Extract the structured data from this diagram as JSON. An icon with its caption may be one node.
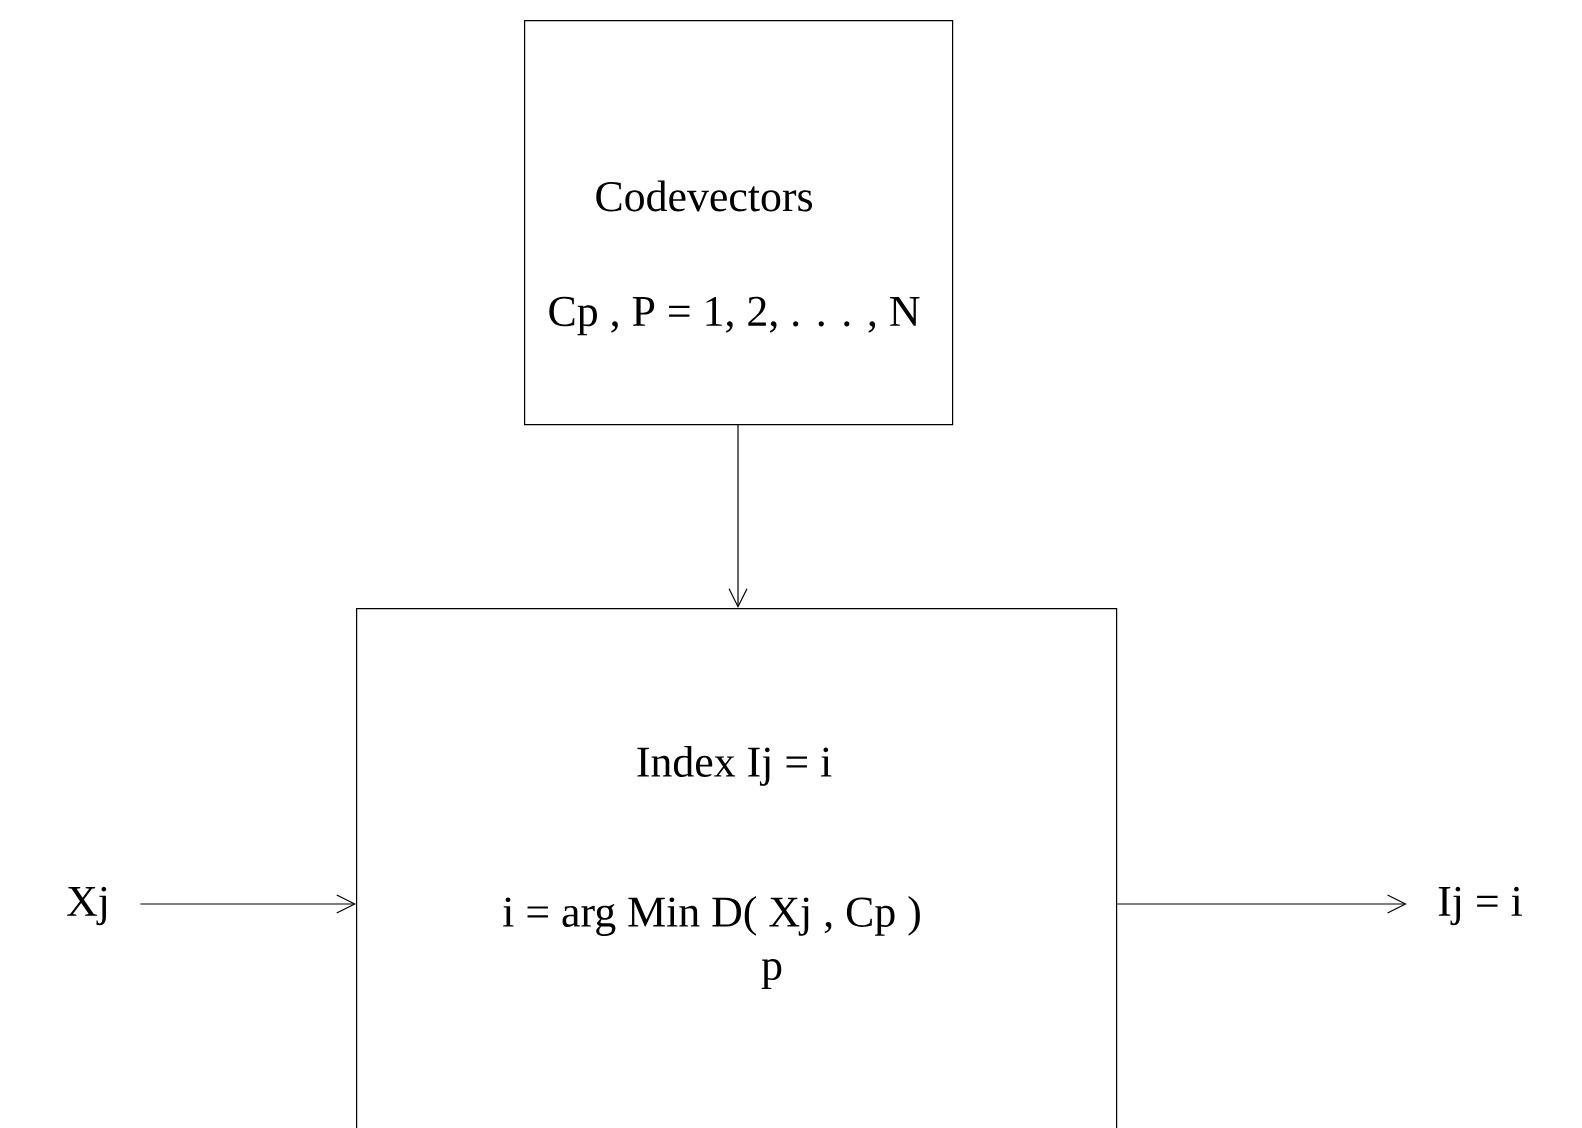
{
  "diagram": {
    "nodes": [
      {
        "text": [
          "Codevectors",
          "Cp ,  P = 1, 2, . . . , N"
        ]
      },
      {
        "text": [
          "Index     Ij   =   i",
          "i  = arg Min D( Xj  ,  Cp )",
          "p"
        ]
      },
      {
        "text": [
          "Xj"
        ]
      },
      {
        "text": [
          "Ij  =  i"
        ]
      }
    ],
    "edges": [
      {
        "from": 0,
        "to": 1,
        "arrow": "to"
      },
      {
        "from": 2,
        "to": 1,
        "arrow": "to"
      },
      {
        "from": 1,
        "to": 3,
        "arrow": "to"
      }
    ]
  }
}
